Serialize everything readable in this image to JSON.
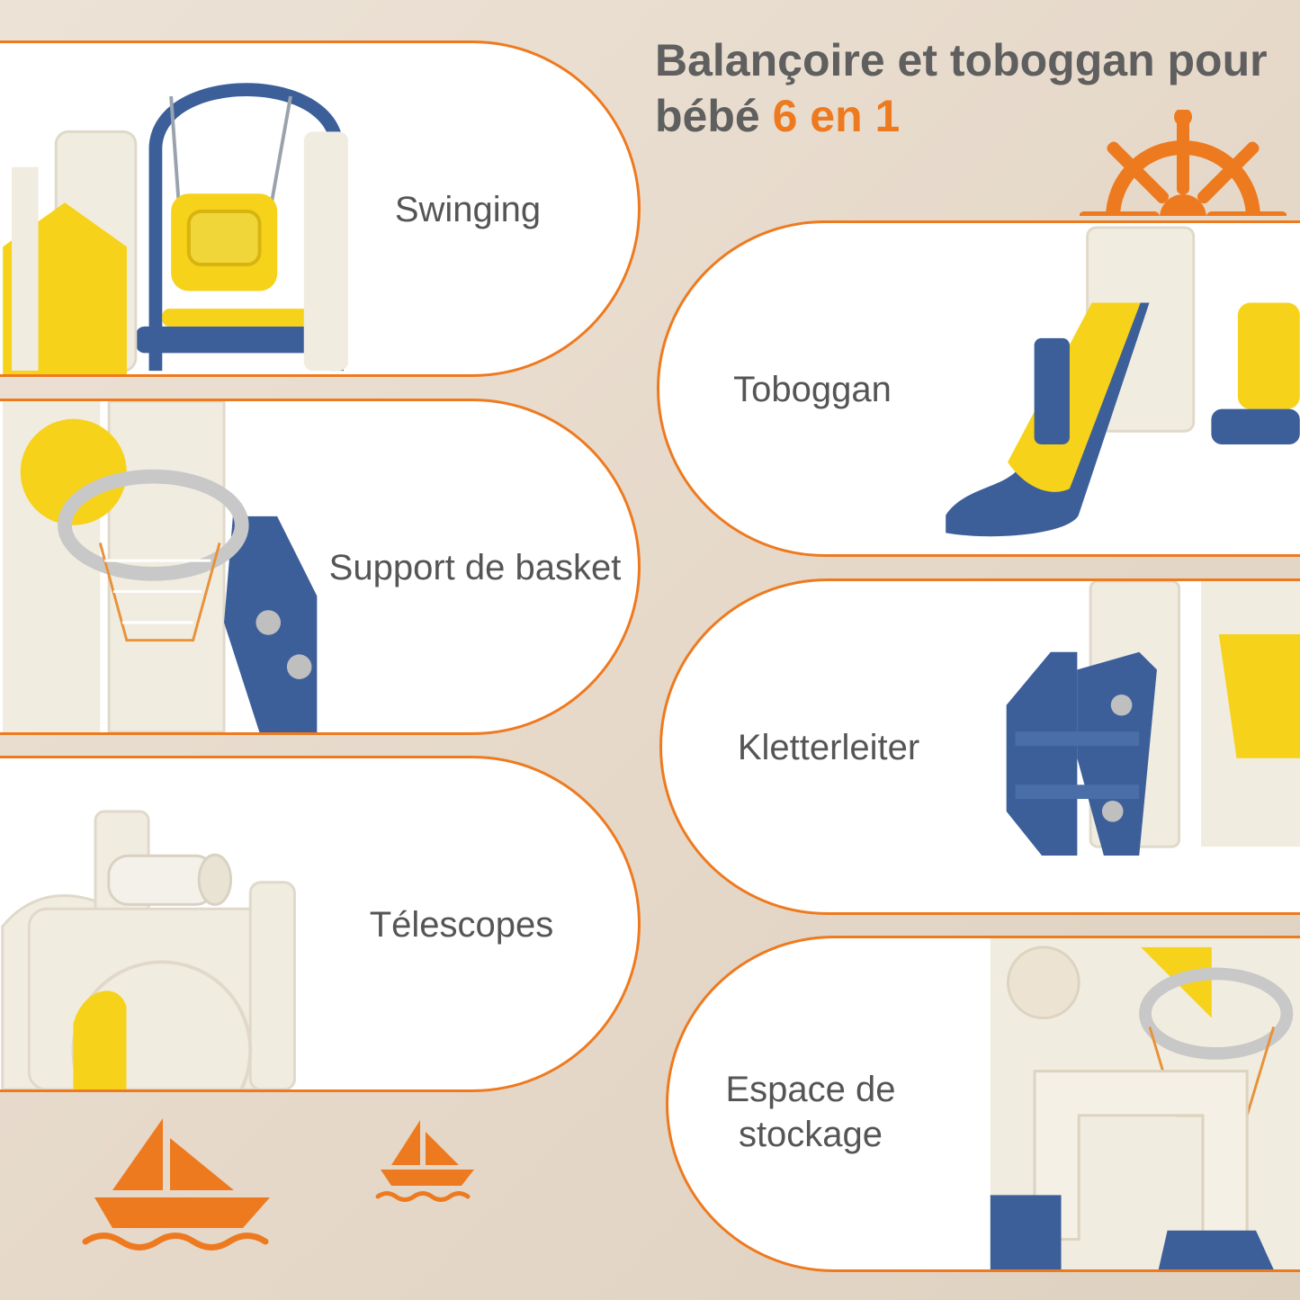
{
  "title": {
    "line1": "Balançoire et toboggan pour",
    "line2_prefix": "bébé ",
    "line2_accent": "6 en 1"
  },
  "features": [
    {
      "label": "Swinging"
    },
    {
      "label": "Toboggan"
    },
    {
      "label": "Support de basket"
    },
    {
      "label": "Kletterleiter"
    },
    {
      "label": "Télescopes"
    },
    {
      "label": "Espace de",
      "label2": "stockage"
    }
  ],
  "colors": {
    "accent": "#ee7a1f",
    "navy": "#3c5f9a",
    "yellow": "#f6d21b",
    "cream": "#f1ece0"
  },
  "icons": [
    "ship-wheel-icon",
    "sailboat-icon"
  ]
}
